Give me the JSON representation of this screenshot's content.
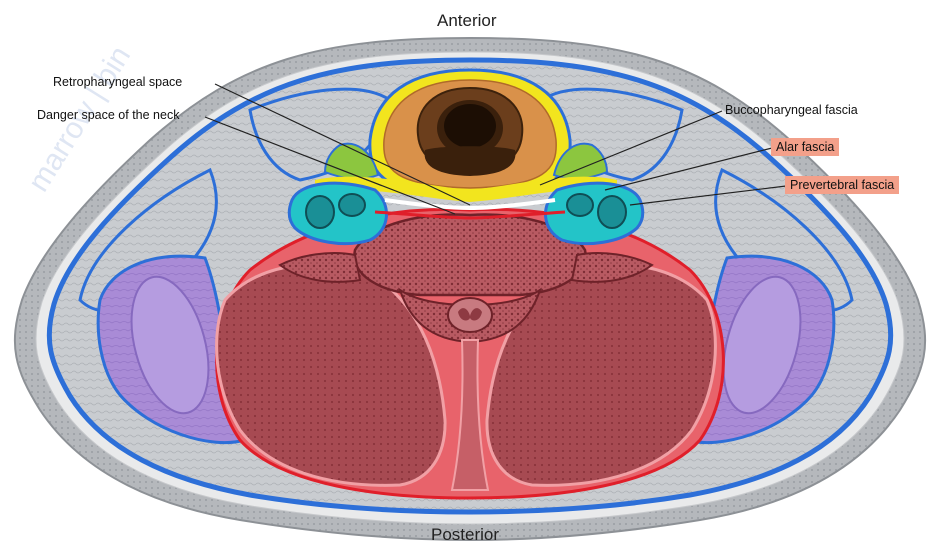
{
  "orientation": {
    "top": "Anterior",
    "bottom": "Posterior"
  },
  "labels": {
    "retropharyngeal": "Retropharyngeal space",
    "danger_space": "Danger space of the neck",
    "buccopharyngeal": "Buccopharyngeal fascia",
    "alar": "Alar fascia",
    "prevertebral": "Prevertebral fascia"
  },
  "highlight_color": "#f3a08a",
  "watermark": "marrow | bin",
  "colors": {
    "skin_outer": "#b9bcc0",
    "investing_fascia": "#2d6fd8",
    "muscle_gray": "#c8cbce",
    "visceral_compartment": "#d9914a",
    "buccopharyngeal_fascia": "#f2e51e",
    "alar_space": "#8cc63f",
    "carotid_sheath": "#23c4c8",
    "prevertebral_space": "#e04a52",
    "deep_muscle": "#a0484e",
    "posterior_triangle": "#a886d6"
  }
}
